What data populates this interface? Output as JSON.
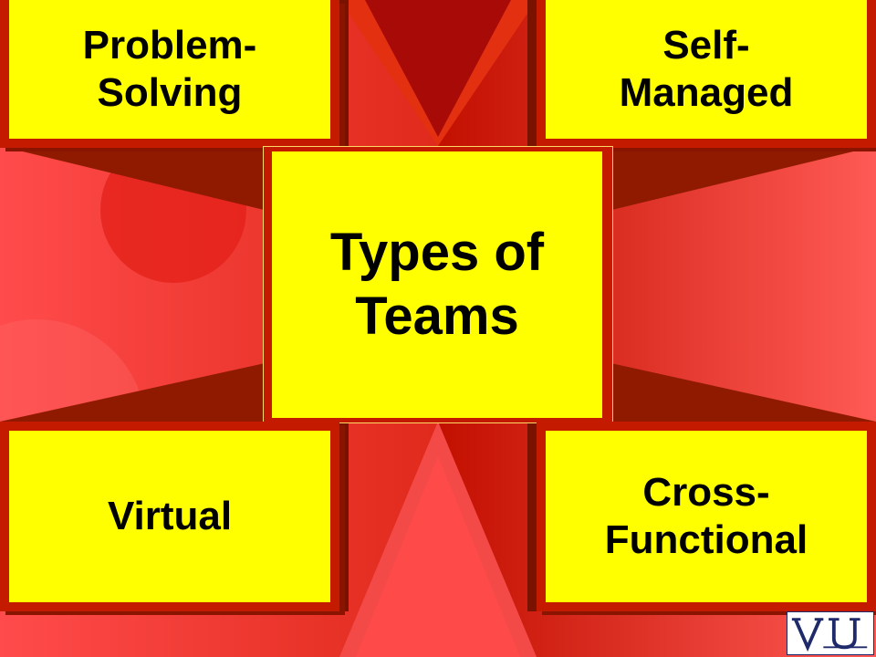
{
  "diagram": {
    "center": {
      "line1": "Types of",
      "line2": "Teams"
    },
    "top_left": {
      "line1": "Problem-",
      "line2": "Solving"
    },
    "top_right": {
      "line1": "Self-",
      "line2": "Managed"
    },
    "bottom_left": {
      "line1": "Virtual"
    },
    "bottom_right": {
      "line1": "Cross-",
      "line2": "Functional"
    }
  },
  "logo": {
    "icon": "vu-monogram-icon",
    "text": "VU"
  },
  "colors": {
    "box_fill": "#ffff00",
    "box_border": "#c41a00",
    "background_red": "#e53020",
    "background_dark": "#9a1a00"
  }
}
